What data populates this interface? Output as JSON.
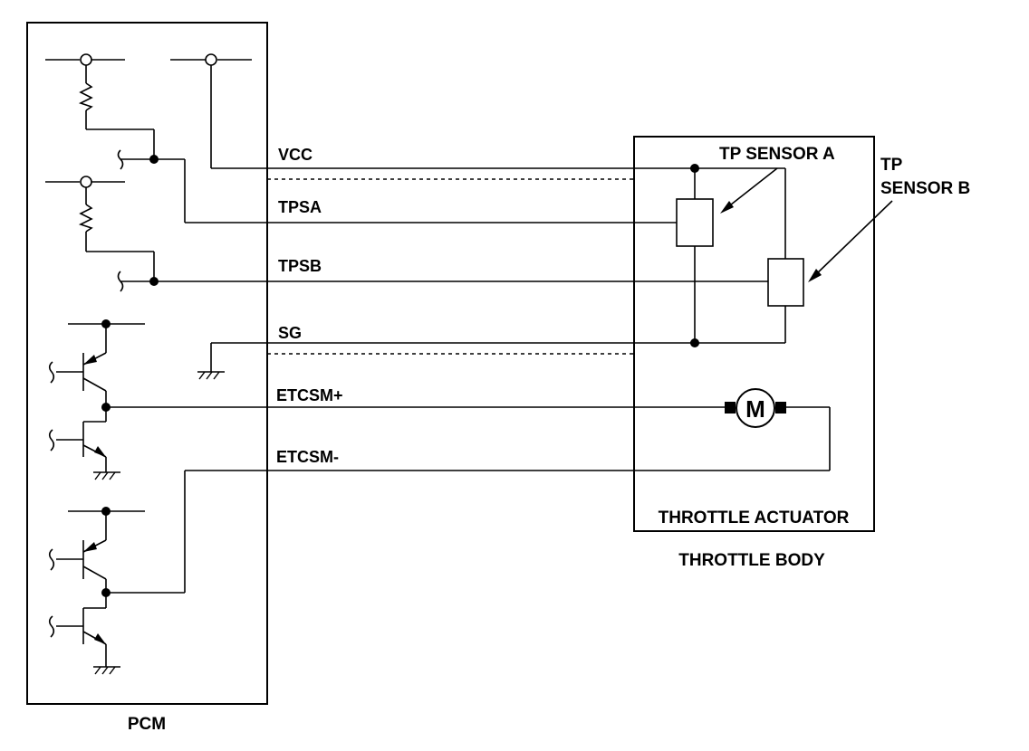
{
  "labels": {
    "pcm": "PCM",
    "throttle_actuator": "THROTTLE ACTUATOR",
    "throttle_body": "THROTTLE BODY",
    "tp_sensor_a": "TP SENSOR A",
    "tp_sensor_b_line1": "TP",
    "tp_sensor_b_line2": "SENSOR B",
    "motor_symbol": "M"
  },
  "signals": {
    "vcc": "VCC",
    "tpsa": "TPSA",
    "tpsb": "TPSB",
    "sg": "SG",
    "etcsm_plus": "ETCSM+",
    "etcsm_minus": "ETCSM-"
  },
  "colors": {
    "line": "#000000",
    "background": "#ffffff"
  }
}
